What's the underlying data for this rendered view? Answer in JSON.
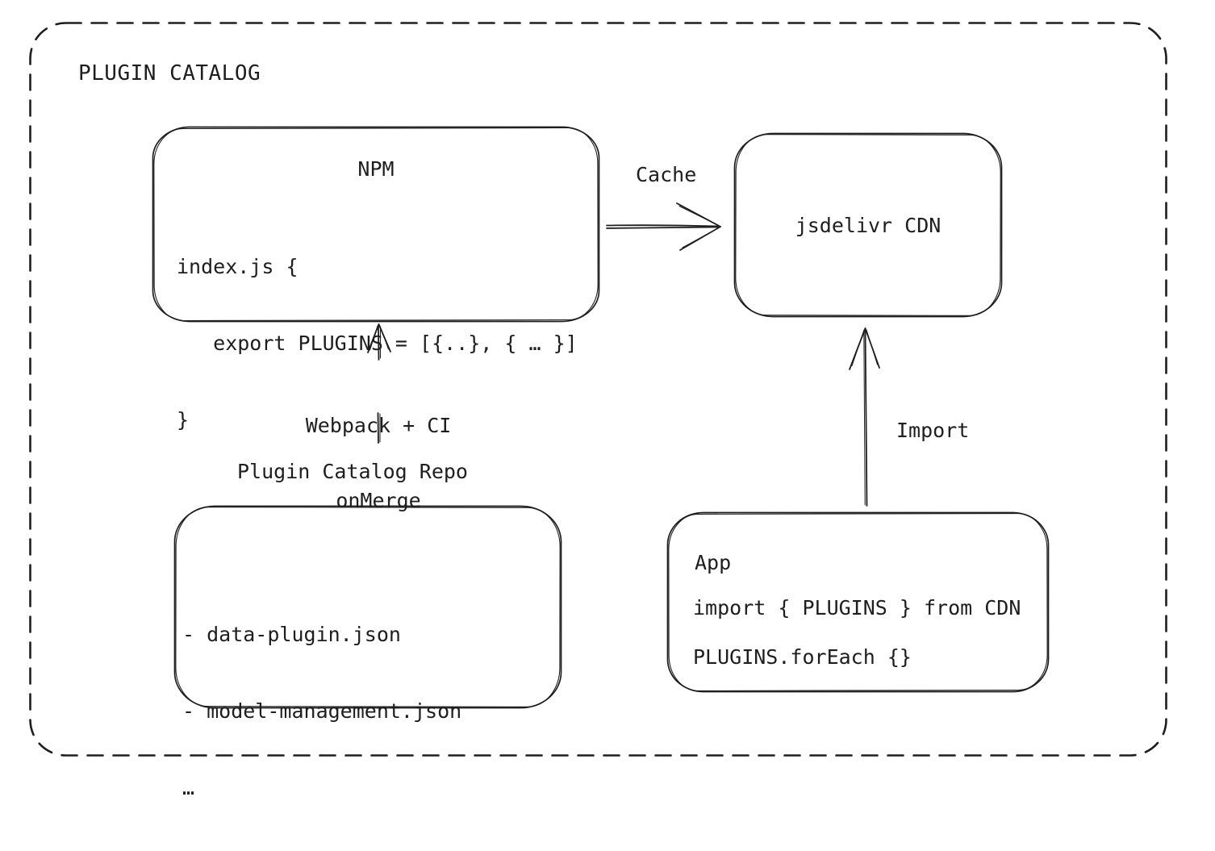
{
  "diagram": {
    "title": "PLUGIN CATALOG",
    "colors": {
      "stroke": "#1e1e1e",
      "background": "#ffffff"
    },
    "nodes": {
      "npm": {
        "title": "NPM",
        "code_lines": [
          "index.js {",
          "   export PLUGINS = [{..}, { … }]",
          "}"
        ]
      },
      "cdn": {
        "label": "jsdelivr CDN"
      },
      "repo": {
        "label": "Plugin Catalog Repo",
        "files": [
          "- data-plugin.json",
          "- model-management.json",
          "…"
        ]
      },
      "app": {
        "title": "App",
        "code_lines": [
          "import { PLUGINS } from CDN",
          "PLUGINS.forEach {}"
        ]
      }
    },
    "edges": {
      "cache": {
        "label": "Cache",
        "from": "NPM",
        "to": "jsdelivr CDN"
      },
      "webpack": {
        "label": "Webpack + CI",
        "sublabel": "onMerge",
        "from": "Plugin Catalog Repo",
        "to": "NPM"
      },
      "import": {
        "label": "Import",
        "from": "App",
        "to": "jsdelivr CDN"
      }
    }
  }
}
